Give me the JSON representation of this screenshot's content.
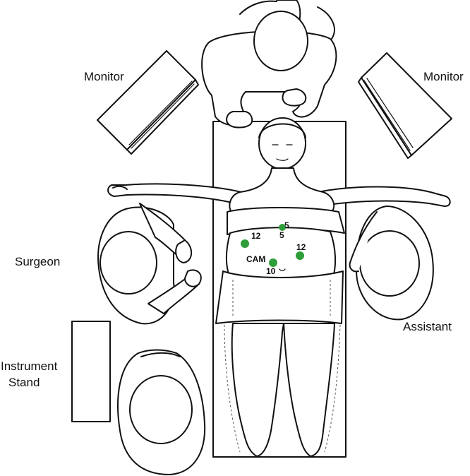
{
  "labels": {
    "monitor_left": "Monitor",
    "monitor_right": "Monitor",
    "surgeon": "Surgeon",
    "assistant": "Assistant",
    "instrument_line1": "Instrument",
    "instrument_line2": "Stand"
  },
  "ports": {
    "top_small_a": "5",
    "top_small_b": "5",
    "left_12": "12",
    "right_12": "12",
    "camera": "CAM",
    "camera_10": "10"
  },
  "colors": {
    "port_marker": "#2e9e3a",
    "line": "#111111"
  }
}
